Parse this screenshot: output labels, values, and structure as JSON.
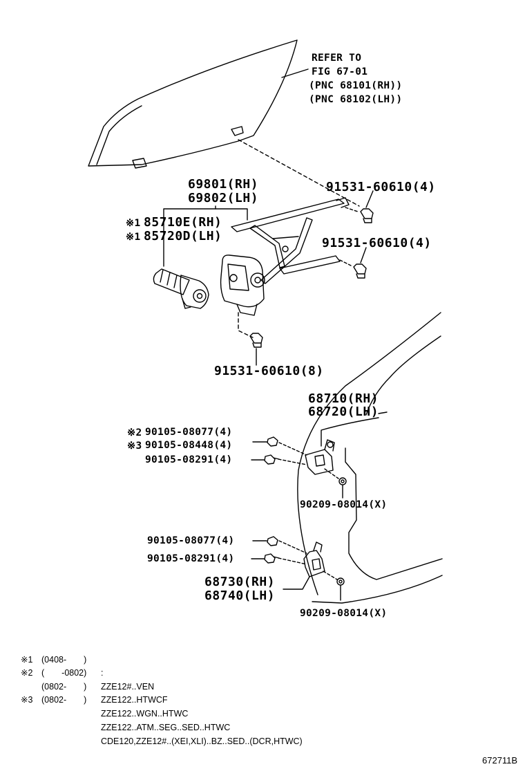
{
  "refer": {
    "line1": "REFER TO",
    "line2": "FIG 67-01",
    "line3": "(PNC 68101(RH))",
    "line4": "(PNC 68102(LH))"
  },
  "parts": {
    "regulator_rh": "69801(RH)",
    "regulator_lh": "69802(LH)",
    "motor_rh_mark": "※1",
    "motor_rh": "85710E(RH)",
    "motor_lh_mark": "※1",
    "motor_lh": "85720D(LH)",
    "bolt_top": "91531-60610(4)",
    "bolt_mid": "91531-60610(4)",
    "bolt_bottom": "91531-60610(8)",
    "upper_hinge_rh": "68710(RH)",
    "upper_hinge_lh": "68720(LH)",
    "bolt_a_mark": "※2",
    "bolt_a": "90105-08077(4)",
    "bolt_b_mark": "※3",
    "bolt_b": "90105-08448(4)",
    "bolt_c": "90105-08291(4)",
    "nut_upper": "90209-08014(X)",
    "bolt_d": "90105-08077(4)",
    "bolt_e": "90105-08291(4)",
    "lower_hinge_rh": "68730(RH)",
    "lower_hinge_lh": "68740(LH)",
    "nut_lower": "90209-08014(X)"
  },
  "notes": [
    {
      "mark": "※1",
      "range": "(0408-　　)",
      "text": ""
    },
    {
      "mark": "※2",
      "range": "(　　-0802)",
      "text": ":"
    },
    {
      "mark": "",
      "range": "(0802-　　)",
      "text": "ZZE12#..VEN"
    },
    {
      "mark": "※3",
      "range": "(0802-　　)",
      "text": "ZZE122..HTWCF"
    },
    {
      "mark": "",
      "range": "",
      "text": "ZZE122..WGN..HTWC"
    },
    {
      "mark": "",
      "range": "",
      "text": "ZZE122..ATM..SEG..SED..HTWC"
    },
    {
      "mark": "",
      "range": "",
      "text": "CDE120,ZZE12#..(XEI,XLI)..BZ..SED..(DCR,HTWC)"
    }
  ],
  "figure_id": "672711B"
}
